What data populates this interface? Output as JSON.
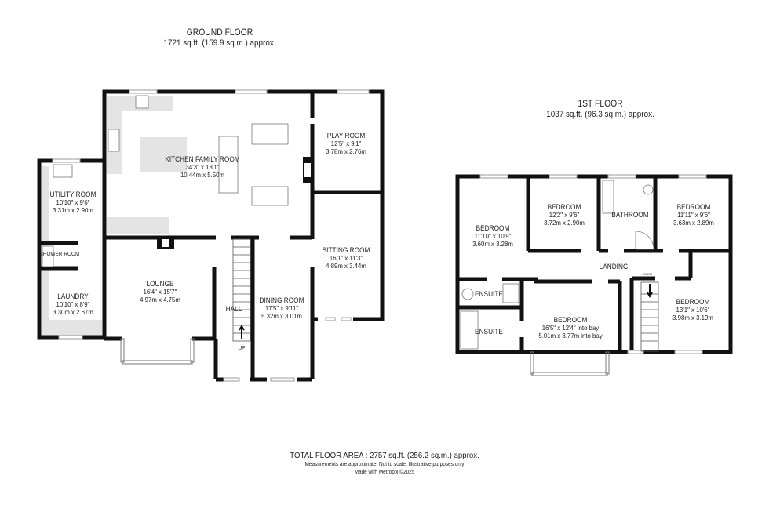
{
  "ground_floor": {
    "title": "GROUND FLOOR",
    "area": "1721 sq.ft. (159.9 sq.m.) approx.",
    "rooms": [
      {
        "name": "KITCHEN FAMILY ROOM",
        "imperial": "34'3\"  x 18'1\"",
        "metric": "10.44m  x 5.50m"
      },
      {
        "name": "PLAY ROOM",
        "imperial": "12'5\"  x 9'1\"",
        "metric": "3.78m  x 2.76m"
      },
      {
        "name": "UTILITY ROOM",
        "imperial": "10'10\"  x 9'6\"",
        "metric": "3.31m  x 2.90m"
      },
      {
        "name": "SHOWER ROOM"
      },
      {
        "name": "LAUNDRY",
        "imperial": "10'10\"  x 8'9\"",
        "metric": "3.30m  x 2.67m"
      },
      {
        "name": "LOUNGE",
        "imperial": "16'4\"  x 15'7\"",
        "metric": "4.97m  x 4.75m"
      },
      {
        "name": "HALL"
      },
      {
        "name": "DINING ROOM",
        "imperial": "17'5\"  x 9'11\"",
        "metric": "5.32m  x 3.01m"
      },
      {
        "name": "SITTING ROOM",
        "imperial": "16'1\"  x 11'3\"",
        "metric": "4.89m  x 3.44m"
      }
    ],
    "stair_label": "UP"
  },
  "first_floor": {
    "title": "1ST FLOOR",
    "area": "1037 sq.ft. (96.3 sq.m.) approx.",
    "rooms": [
      {
        "name": "BEDROOM",
        "imperial": "11'10\"  x 10'9\"",
        "metric": "3.60m  x 3.28m"
      },
      {
        "name": "BEDROOM",
        "imperial": "12'2\"  x 9'6\"",
        "metric": "3.72m  x 2.90m"
      },
      {
        "name": "BATHROOM"
      },
      {
        "name": "BEDROOM",
        "imperial": "11'11\"  x 9'6\"",
        "metric": "3.63m  x 2.89m"
      },
      {
        "name": "LANDING"
      },
      {
        "name": "ENSUITE"
      },
      {
        "name": "ENSUITE"
      },
      {
        "name": "BEDROOM",
        "imperial": "16'5\"  x 12'4\" into bay",
        "metric": "5.01m  x 3.77m into bay"
      },
      {
        "name": "BEDROOM",
        "imperial": "13'1\"  x 10'6\"",
        "metric": "3.98m  x 3.19m"
      }
    ],
    "stair_label": "DOWN"
  },
  "footer": {
    "total": "TOTAL FLOOR AREA : 2757 sq.ft. (256.2 sq.m.) approx.",
    "disclaimer": "Measurements are approximate.  Not to scale.  Illustrative purposes only",
    "credit": "Made with Metropix ©2025"
  },
  "colors": {
    "wall": "#111111",
    "fitted_units": "#e4e4e4",
    "window": "#ffffff"
  }
}
